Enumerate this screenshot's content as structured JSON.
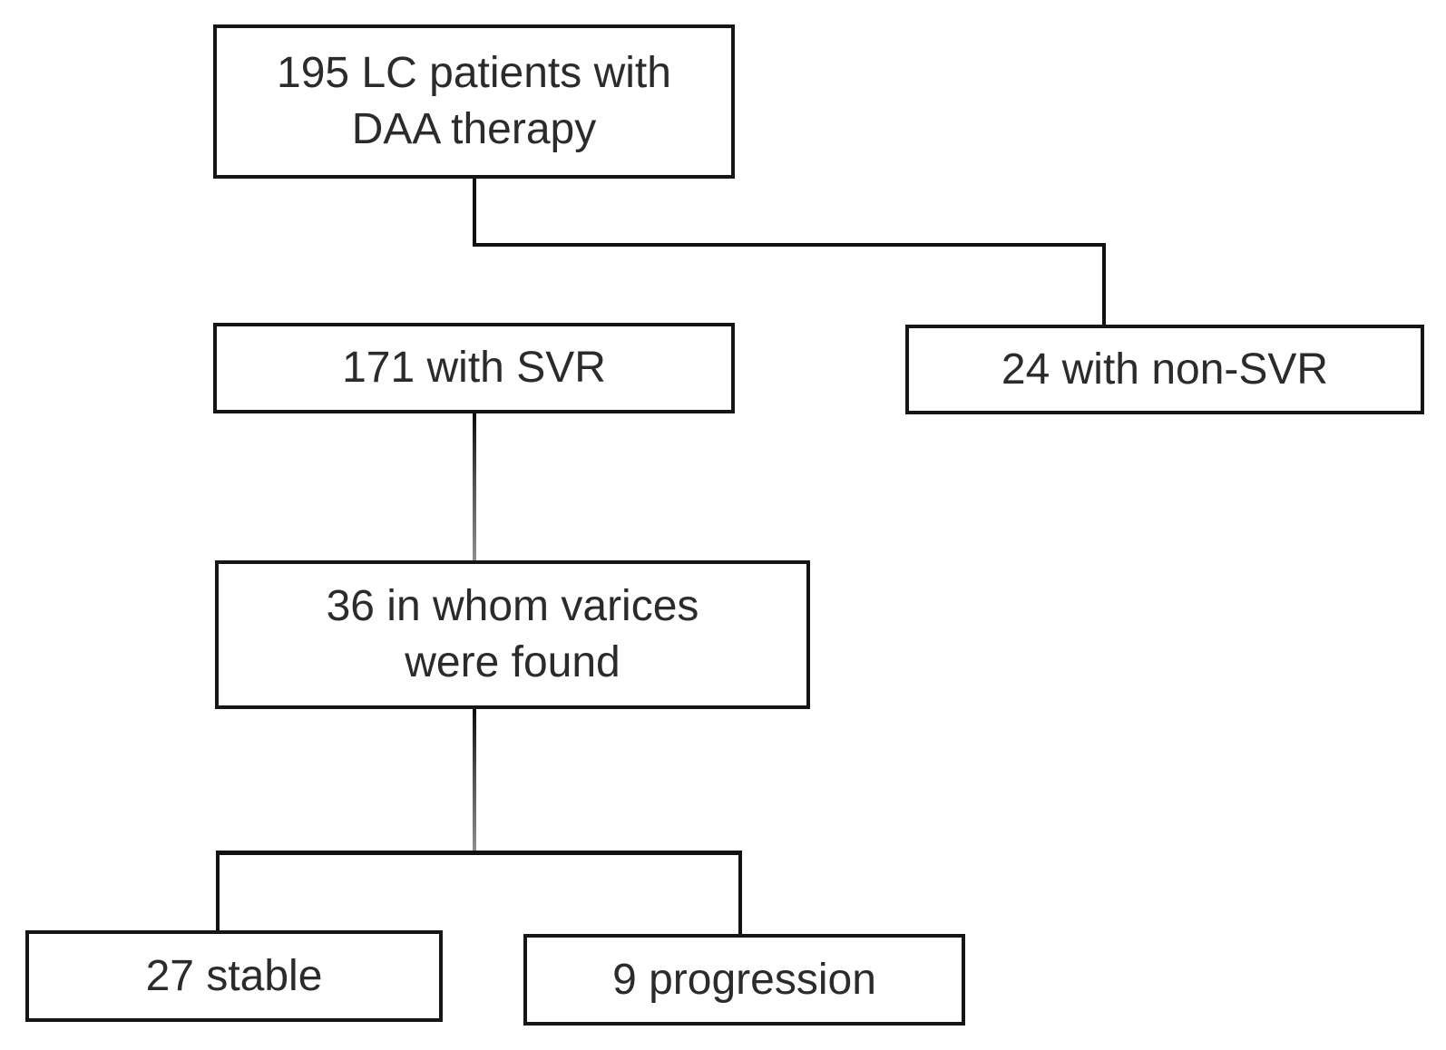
{
  "nodes": {
    "patients": {
      "line1": "195 LC patients with",
      "line2": "DAA therapy"
    },
    "svr": {
      "label": "171 with SVR"
    },
    "nonsvr": {
      "label": "24 with non-SVR"
    },
    "varices": {
      "line1": "36 in whom varices",
      "line2": "were found"
    },
    "stable": {
      "label": "27 stable"
    },
    "progression": {
      "label": "9 progression"
    }
  },
  "edges": [
    {
      "from": "195 LC patients with DAA therapy",
      "to": "171 with SVR"
    },
    {
      "from": "195 LC patients with DAA therapy",
      "to": "24 with non-SVR"
    },
    {
      "from": "171 with SVR",
      "to": "36 in whom varices were found"
    },
    {
      "from": "36 in whom varices were found",
      "to": "27 stable"
    },
    {
      "from": "36 in whom varices were found",
      "to": "9 progression"
    }
  ],
  "colors": {
    "background": "#ffffff",
    "box_border": "#161616",
    "text": "#2b2b2b",
    "connector": "#111111",
    "connector_fade_end": "#8f8f8f"
  }
}
